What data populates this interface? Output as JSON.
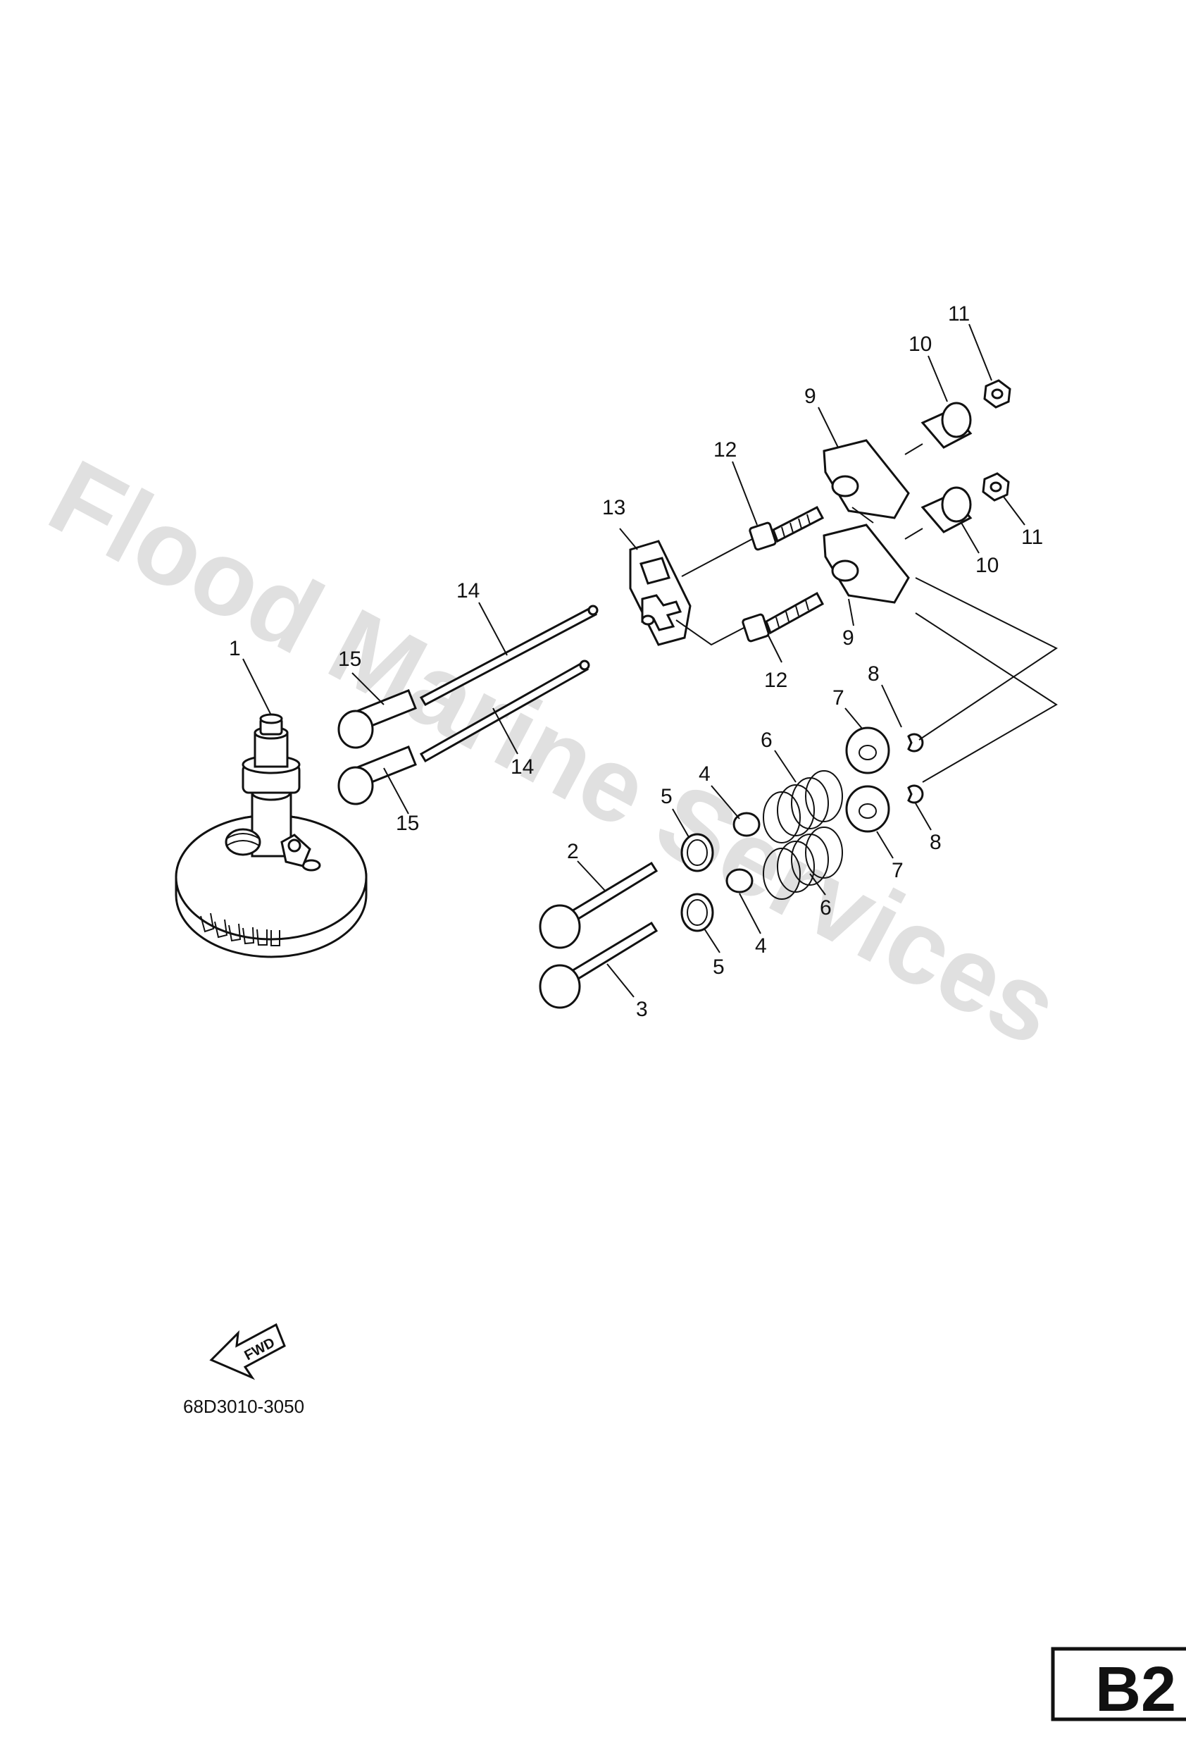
{
  "diagram": {
    "part_number": "68D3010-3050",
    "page_code": "B2",
    "watermark": "Flood Marine Services",
    "fwd_label": "FWD"
  },
  "callouts": [
    {
      "id": "c1",
      "text": "1"
    },
    {
      "id": "c2",
      "text": "2"
    },
    {
      "id": "c3",
      "text": "3"
    },
    {
      "id": "c4a",
      "text": "4"
    },
    {
      "id": "c4b",
      "text": "4"
    },
    {
      "id": "c5a",
      "text": "5"
    },
    {
      "id": "c5b",
      "text": "5"
    },
    {
      "id": "c6a",
      "text": "6"
    },
    {
      "id": "c6b",
      "text": "6"
    },
    {
      "id": "c7a",
      "text": "7"
    },
    {
      "id": "c7b",
      "text": "7"
    },
    {
      "id": "c8a",
      "text": "8"
    },
    {
      "id": "c8b",
      "text": "8"
    },
    {
      "id": "c9a",
      "text": "9"
    },
    {
      "id": "c9b",
      "text": "9"
    },
    {
      "id": "c10a",
      "text": "10"
    },
    {
      "id": "c10b",
      "text": "10"
    },
    {
      "id": "c11a",
      "text": "11"
    },
    {
      "id": "c11b",
      "text": "11"
    },
    {
      "id": "c12a",
      "text": "12"
    },
    {
      "id": "c12b",
      "text": "12"
    },
    {
      "id": "c13",
      "text": "13"
    },
    {
      "id": "c14a",
      "text": "14"
    },
    {
      "id": "c14b",
      "text": "14"
    },
    {
      "id": "c15a",
      "text": "15"
    },
    {
      "id": "c15b",
      "text": "15"
    }
  ]
}
